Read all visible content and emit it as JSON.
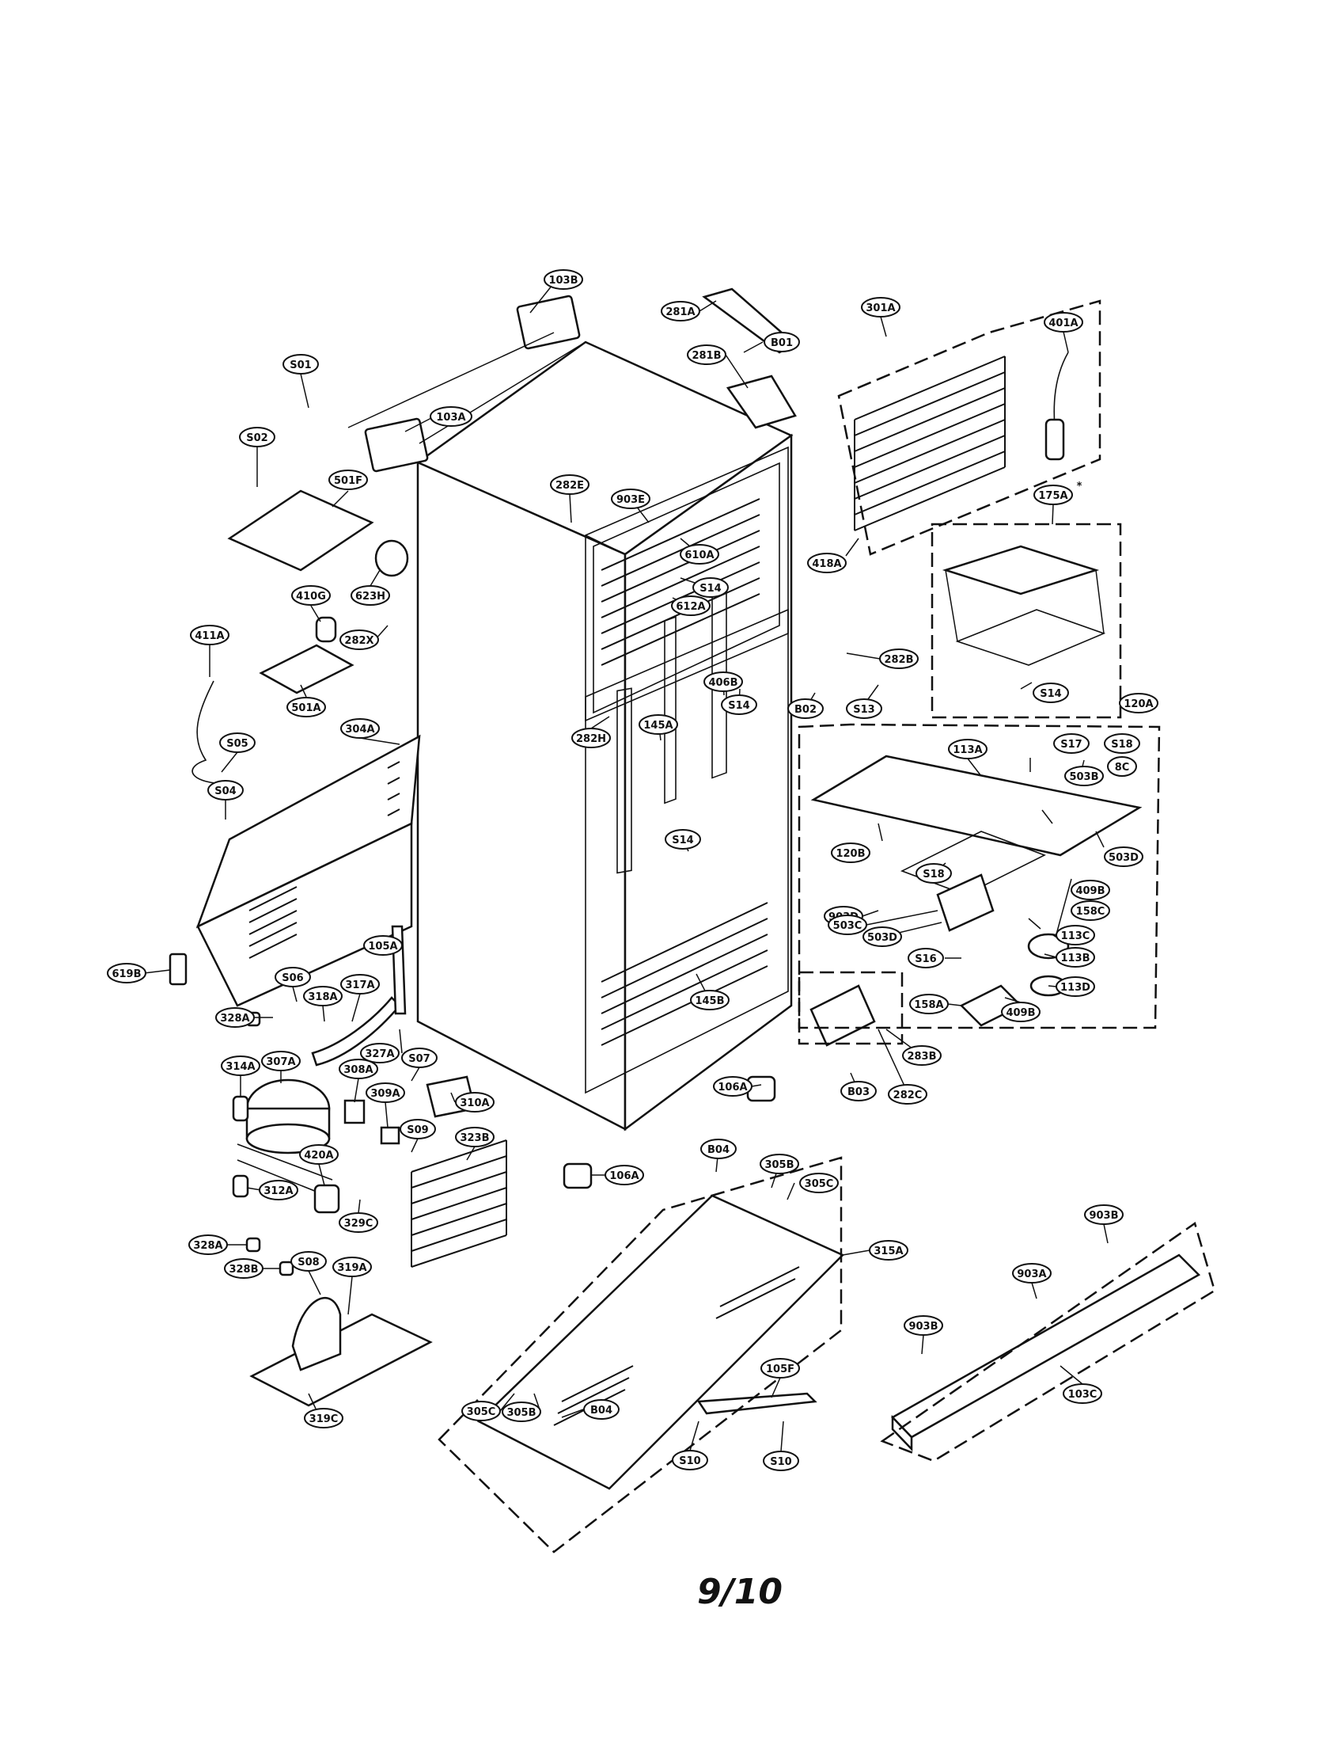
{
  "page_number": "9/10",
  "part_labels": [
    {
      "id": "103B",
      "text": "103B"
    },
    {
      "id": "S01",
      "text": "S01"
    },
    {
      "id": "103A",
      "text": "103A"
    },
    {
      "id": "S02",
      "text": "S02"
    },
    {
      "id": "501F",
      "text": "501F"
    },
    {
      "id": "623H",
      "text": "623H"
    },
    {
      "id": "410G",
      "text": "410G"
    },
    {
      "id": "282X",
      "text": "282X"
    },
    {
      "id": "411A",
      "text": "411A"
    },
    {
      "id": "501A",
      "text": "501A"
    },
    {
      "id": "S05",
      "text": "S05"
    },
    {
      "id": "304A",
      "text": "304A"
    },
    {
      "id": "S04",
      "text": "S04"
    },
    {
      "id": "619B",
      "text": "619B"
    },
    {
      "id": "105A",
      "text": "105A"
    },
    {
      "id": "S06",
      "text": "S06"
    },
    {
      "id": "318A",
      "text": "318A"
    },
    {
      "id": "317A",
      "text": "317A"
    },
    {
      "id": "328A-1",
      "text": "328A"
    },
    {
      "id": "327A",
      "text": "327A"
    },
    {
      "id": "314A",
      "text": "314A"
    },
    {
      "id": "307A",
      "text": "307A"
    },
    {
      "id": "308A",
      "text": "308A"
    },
    {
      "id": "S07",
      "text": "S07"
    },
    {
      "id": "309A",
      "text": "309A"
    },
    {
      "id": "310A",
      "text": "310A"
    },
    {
      "id": "312A",
      "text": "312A"
    },
    {
      "id": "S09",
      "text": "S09"
    },
    {
      "id": "323B",
      "text": "323B"
    },
    {
      "id": "420A",
      "text": "420A"
    },
    {
      "id": "329C",
      "text": "329C"
    },
    {
      "id": "328A-2",
      "text": "328A"
    },
    {
      "id": "328B",
      "text": "328B"
    },
    {
      "id": "S08",
      "text": "S08"
    },
    {
      "id": "319A",
      "text": "319A"
    },
    {
      "id": "319C",
      "text": "319C"
    },
    {
      "id": "281A",
      "text": "281A"
    },
    {
      "id": "B01",
      "text": "B01"
    },
    {
      "id": "281B",
      "text": "281B"
    },
    {
      "id": "282E",
      "text": "282E"
    },
    {
      "id": "903E",
      "text": "903E"
    },
    {
      "id": "610A",
      "text": "610A"
    },
    {
      "id": "S14-1",
      "text": "S14"
    },
    {
      "id": "612A",
      "text": "612A"
    },
    {
      "id": "282B",
      "text": "282B"
    },
    {
      "id": "406B",
      "text": "406B"
    },
    {
      "id": "B02",
      "text": "B02"
    },
    {
      "id": "S13",
      "text": "S13"
    },
    {
      "id": "S14-2",
      "text": "S14"
    },
    {
      "id": "282H",
      "text": "282H"
    },
    {
      "id": "145A",
      "text": "145A"
    },
    {
      "id": "S14-3",
      "text": "S14"
    },
    {
      "id": "145B",
      "text": "145B"
    },
    {
      "id": "106A-1",
      "text": "106A"
    },
    {
      "id": "B03",
      "text": "B03"
    },
    {
      "id": "282C",
      "text": "282C"
    },
    {
      "id": "283B",
      "text": "283B"
    },
    {
      "id": "106A-2",
      "text": "106A"
    },
    {
      "id": "B04-1",
      "text": "B04"
    },
    {
      "id": "305B-1",
      "text": "305B"
    },
    {
      "id": "305C-1",
      "text": "305C"
    },
    {
      "id": "315A",
      "text": "315A"
    },
    {
      "id": "305C-2",
      "text": "305C"
    },
    {
      "id": "305B-2",
      "text": "305B"
    },
    {
      "id": "B04-2",
      "text": "B04"
    },
    {
      "id": "105F",
      "text": "105F"
    },
    {
      "id": "S10-1",
      "text": "S10"
    },
    {
      "id": "S10-2",
      "text": "S10"
    },
    {
      "id": "301A",
      "text": "301A"
    },
    {
      "id": "401A",
      "text": "401A"
    },
    {
      "id": "418A",
      "text": "418A"
    },
    {
      "id": "175A",
      "text": "175A"
    },
    {
      "id": "S14-4",
      "text": "S14"
    },
    {
      "id": "120A",
      "text": "120A"
    },
    {
      "id": "113A",
      "text": "113A"
    },
    {
      "id": "S17",
      "text": "S17"
    },
    {
      "id": "S18-1",
      "text": "S18"
    },
    {
      "id": "8C",
      "text": "8C"
    },
    {
      "id": "503B",
      "text": "503B"
    },
    {
      "id": "120B",
      "text": "120B"
    },
    {
      "id": "S18-2",
      "text": "S18"
    },
    {
      "id": "503D-1",
      "text": "503D"
    },
    {
      "id": "409B-1",
      "text": "409B"
    },
    {
      "id": "903D",
      "text": "903D"
    },
    {
      "id": "158C",
      "text": "158C"
    },
    {
      "id": "503C",
      "text": "503C"
    },
    {
      "id": "503D-2",
      "text": "503D"
    },
    {
      "id": "113C",
      "text": "113C"
    },
    {
      "id": "S16",
      "text": "S16"
    },
    {
      "id": "113B",
      "text": "113B"
    },
    {
      "id": "158A",
      "text": "158A"
    },
    {
      "id": "409B-2",
      "text": "409B"
    },
    {
      "id": "113D",
      "text": "113D"
    },
    {
      "id": "903B-1",
      "text": "903B"
    },
    {
      "id": "903A",
      "text": "903A"
    },
    {
      "id": "903B-2",
      "text": "903B"
    },
    {
      "id": "103C",
      "text": "103C"
    }
  ],
  "note_marker": "*"
}
